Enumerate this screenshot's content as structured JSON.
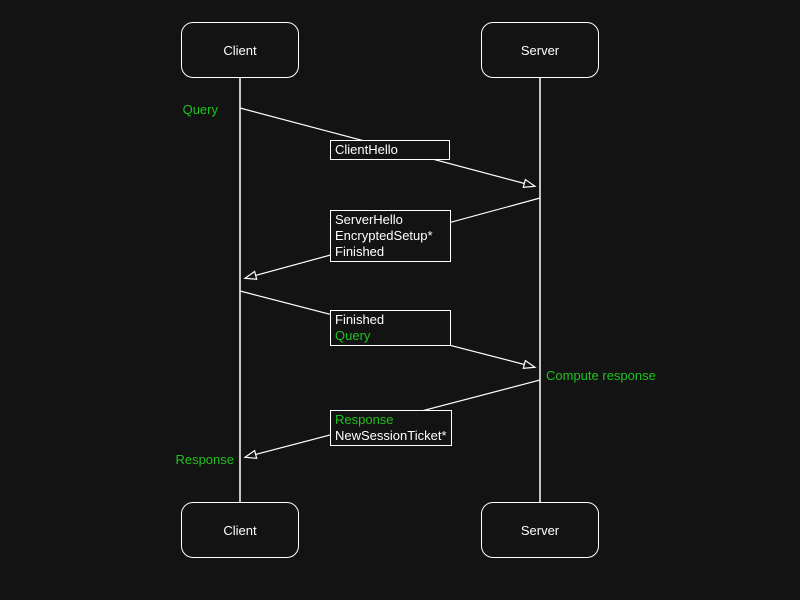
{
  "colors": {
    "background": "#131313",
    "foreground": "#ffffff",
    "green": "#1fc21f"
  },
  "actors": {
    "client": {
      "label": "Client"
    },
    "server": {
      "label": "Server"
    }
  },
  "annotations": {
    "query": {
      "text": "Query",
      "color": "#1fc21f"
    },
    "compute_response": {
      "text": "Compute response",
      "color": "#1fc21f"
    },
    "response": {
      "text": "Response",
      "color": "#1fc21f"
    }
  },
  "messages": [
    {
      "from": "client",
      "to": "server",
      "lines": [
        {
          "text": "ClientHello",
          "color": "#ffffff"
        }
      ]
    },
    {
      "from": "server",
      "to": "client",
      "lines": [
        {
          "text": "ServerHello",
          "color": "#ffffff"
        },
        {
          "text": "EncryptedSetup*",
          "color": "#ffffff"
        },
        {
          "text": "Finished",
          "color": "#ffffff"
        }
      ]
    },
    {
      "from": "client",
      "to": "server",
      "lines": [
        {
          "text": "Finished",
          "color": "#ffffff"
        },
        {
          "text": "Query",
          "color": "#1fc21f"
        }
      ]
    },
    {
      "from": "server",
      "to": "client",
      "lines": [
        {
          "text": "Response",
          "color": "#1fc21f"
        },
        {
          "text": "NewSessionTicket*",
          "color": "#ffffff"
        }
      ]
    }
  ]
}
